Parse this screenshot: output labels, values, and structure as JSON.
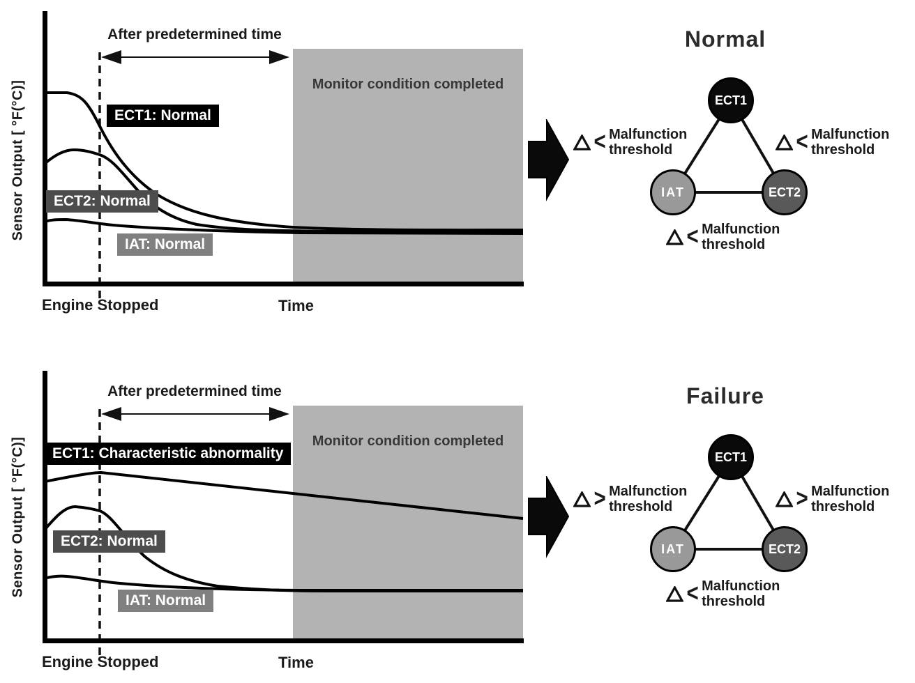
{
  "figure": {
    "colors": {
      "monitor_region": "#b3b3b3",
      "ect1_node": "#0a0a0a",
      "iat_node": "#999999",
      "ect2_node": "#595959",
      "ect1_label_bg": "#000000",
      "ect2_label_bg": "#4d4d4d",
      "iat_label_bg": "#808080"
    },
    "panels": [
      {
        "case_title": "Normal",
        "chart": {
          "y_axis_label": "Sensor Output [ °F(°C)]",
          "predetermined_time_label": "After predetermined time",
          "monitor_region_label": "Monitor condition completed",
          "ect1_label": "ECT1: Normal",
          "ect2_label": "ECT2: Normal",
          "iat_label": "IAT: Normal",
          "engine_stopped_label": "Engine Stopped",
          "time_label": "Time"
        },
        "comparison": {
          "nodes": {
            "top": "ECT1",
            "bottom_left": "IAT",
            "bottom_right": "ECT2"
          },
          "thresholds": {
            "left": {
              "delta": "Δ",
              "comparator": "<",
              "line1": "Malfunction",
              "line2": "threshold"
            },
            "right": {
              "delta": "Δ",
              "comparator": "<",
              "line1": "Malfunction",
              "line2": "threshold"
            },
            "bottom": {
              "delta": "Δ",
              "comparator": "<",
              "line1": "Malfunction",
              "line2": "threshold"
            }
          }
        }
      },
      {
        "case_title": "Failure",
        "chart": {
          "y_axis_label": "Sensor Output [ °F(°C)]",
          "predetermined_time_label": "After predetermined time",
          "monitor_region_label": "Monitor condition completed",
          "ect1_label": "ECT1: Characteristic abnormality",
          "ect2_label": "ECT2: Normal",
          "iat_label": "IAT: Normal",
          "engine_stopped_label": "Engine Stopped",
          "time_label": "Time"
        },
        "comparison": {
          "nodes": {
            "top": "ECT1",
            "bottom_left": "IAT",
            "bottom_right": "ECT2"
          },
          "thresholds": {
            "left": {
              "delta": "Δ",
              "comparator": ">",
              "line1": "Malfunction",
              "line2": "threshold"
            },
            "right": {
              "delta": "Δ",
              "comparator": ">",
              "line1": "Malfunction",
              "line2": "threshold"
            },
            "bottom": {
              "delta": "Δ",
              "comparator": "<",
              "line1": "Malfunction",
              "line2": "threshold"
            }
          }
        }
      }
    ]
  }
}
